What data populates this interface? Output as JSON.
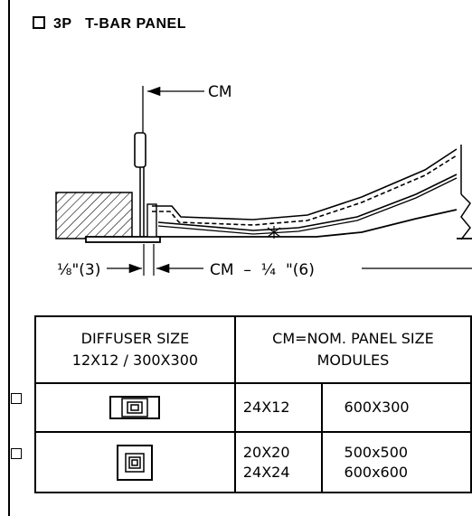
{
  "title": {
    "label": "3P   T-BAR PANEL"
  },
  "diagram": {
    "cm_label_top": "CM",
    "dim_left_fraction": "⅛\"(3)",
    "dim_right_text": "CM  –  ¼  \"(6)"
  },
  "table": {
    "header_diffuser_line1": "DIFFUSER SIZE",
    "header_diffuser_line2": "12X12  /  300X300",
    "header_cm_line1": "CM=NOM. PANEL SIZE",
    "header_cm_line2": "MODULES",
    "rows": [
      {
        "imperial": "24X12",
        "metric": "600X300"
      },
      {
        "imperial_1": "20X20",
        "imperial_2": "24X24",
        "metric_1": "500x500",
        "metric_2": "600x600"
      }
    ]
  }
}
